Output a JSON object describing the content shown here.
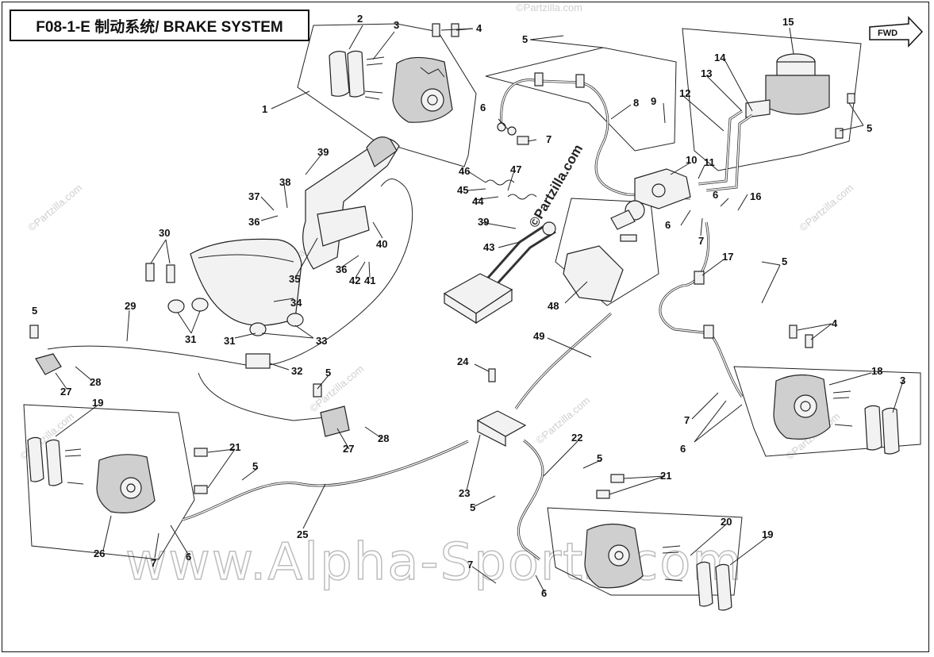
{
  "title": "F08-1-E 制动系统/ BRAKE SYSTEM",
  "fwd_label": "FWD",
  "watermark_main": "www.Alpha-Sports.com",
  "watermark_logo": "©Partzilla.com",
  "watermark_center": "©Partzilla.com",
  "callouts": [
    {
      "id": "c1",
      "label": "1"
    },
    {
      "id": "c2",
      "label": "2"
    },
    {
      "id": "c3a",
      "label": "3"
    },
    {
      "id": "c4a",
      "label": "4"
    },
    {
      "id": "c5a",
      "label": "5"
    },
    {
      "id": "c6a",
      "label": "6"
    },
    {
      "id": "c7a",
      "label": "7"
    },
    {
      "id": "c8",
      "label": "8"
    },
    {
      "id": "c9",
      "label": "9"
    },
    {
      "id": "c10",
      "label": "10"
    },
    {
      "id": "c11",
      "label": "11"
    },
    {
      "id": "c12",
      "label": "12"
    },
    {
      "id": "c13",
      "label": "13"
    },
    {
      "id": "c14",
      "label": "14"
    },
    {
      "id": "c15",
      "label": "15"
    },
    {
      "id": "c5b",
      "label": "5"
    },
    {
      "id": "c6b",
      "label": "6"
    },
    {
      "id": "c16",
      "label": "16"
    },
    {
      "id": "c6c",
      "label": "6"
    },
    {
      "id": "c7b",
      "label": "7"
    },
    {
      "id": "c17",
      "label": "17"
    },
    {
      "id": "c5c",
      "label": "5"
    },
    {
      "id": "c4b",
      "label": "4"
    },
    {
      "id": "c18",
      "label": "18"
    },
    {
      "id": "c3b",
      "label": "3"
    },
    {
      "id": "c7c",
      "label": "7"
    },
    {
      "id": "c6d",
      "label": "6"
    },
    {
      "id": "c39a",
      "label": "39"
    },
    {
      "id": "c38",
      "label": "38"
    },
    {
      "id": "c37",
      "label": "37"
    },
    {
      "id": "c36a",
      "label": "36"
    },
    {
      "id": "c40",
      "label": "40"
    },
    {
      "id": "c36b",
      "label": "36"
    },
    {
      "id": "c42",
      "label": "42"
    },
    {
      "id": "c41",
      "label": "41"
    },
    {
      "id": "c35",
      "label": "35"
    },
    {
      "id": "c34",
      "label": "34"
    },
    {
      "id": "c30",
      "label": "30"
    },
    {
      "id": "c31a",
      "label": "31"
    },
    {
      "id": "c31b",
      "label": "31"
    },
    {
      "id": "c33",
      "label": "33"
    },
    {
      "id": "c5d",
      "label": "5"
    },
    {
      "id": "c29",
      "label": "29"
    },
    {
      "id": "c27a",
      "label": "27"
    },
    {
      "id": "c28a",
      "label": "28"
    },
    {
      "id": "c32",
      "label": "32"
    },
    {
      "id": "c46",
      "label": "46"
    },
    {
      "id": "c47",
      "label": "47"
    },
    {
      "id": "c45",
      "label": "45"
    },
    {
      "id": "c44",
      "label": "44"
    },
    {
      "id": "c39b",
      "label": "39"
    },
    {
      "id": "c43",
      "label": "43"
    },
    {
      "id": "c48",
      "label": "48"
    },
    {
      "id": "c49",
      "label": "49"
    },
    {
      "id": "c24",
      "label": "24"
    },
    {
      "id": "c5e",
      "label": "5"
    },
    {
      "id": "c27b",
      "label": "27"
    },
    {
      "id": "c28b",
      "label": "28"
    },
    {
      "id": "c19a",
      "label": "19"
    },
    {
      "id": "c21a",
      "label": "21"
    },
    {
      "id": "c5f",
      "label": "5"
    },
    {
      "id": "c25",
      "label": "25"
    },
    {
      "id": "c26",
      "label": "26"
    },
    {
      "id": "c7d",
      "label": "7"
    },
    {
      "id": "c6e",
      "label": "6"
    },
    {
      "id": "c23",
      "label": "23"
    },
    {
      "id": "c22",
      "label": "22"
    },
    {
      "id": "c5g",
      "label": "5"
    },
    {
      "id": "c5h",
      "label": "5"
    },
    {
      "id": "c21b",
      "label": "21"
    },
    {
      "id": "c20",
      "label": "20"
    },
    {
      "id": "c19b",
      "label": "19"
    },
    {
      "id": "c7e",
      "label": "7"
    },
    {
      "id": "c6f",
      "label": "6"
    }
  ]
}
